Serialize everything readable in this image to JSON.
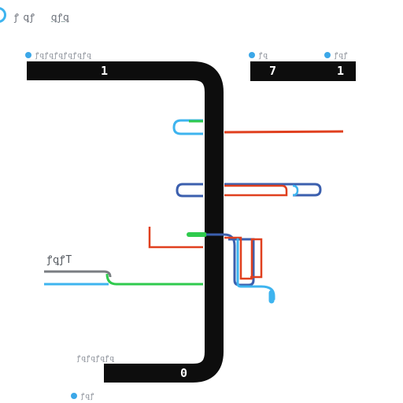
{
  "header": {
    "text_a": "ꝭ ꝗꝭ",
    "text_b": "ꝗꝭꝗ"
  },
  "legends": {
    "top_left": "ꝭꝗꝭꝗꝭꝗꝭꝗꝭꝗꝭꝗ",
    "top_mid": "ꝭꝗ",
    "top_right": "ꝭꝗꝭ",
    "bottom_left": "ꝭꝗꝭꝗꝭꝗꝭꝗ",
    "bottom_dot": "ꝭꝗꝭ"
  },
  "bars": {
    "left_label": "1",
    "right_label_a": "7",
    "right_label_b": "1",
    "bottom_label": "0"
  },
  "side_label": "ꝭꝗꝭT",
  "colors": {
    "main": "#0d0d0d",
    "red": "#e0401f",
    "blue": "#3b5fae",
    "cyan": "#3eb4ef",
    "green": "#2fca4d",
    "grey": "#7a7d82"
  }
}
